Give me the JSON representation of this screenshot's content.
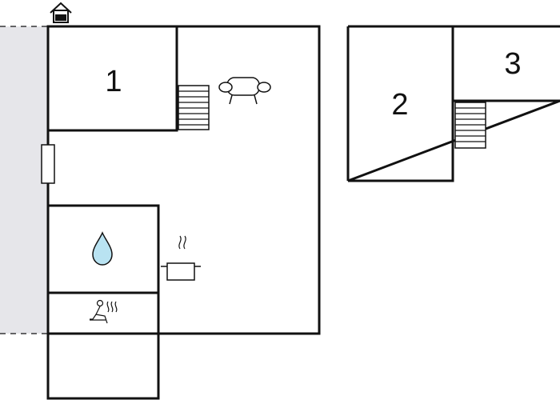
{
  "rooms": [
    {
      "label": "1"
    },
    {
      "label": "2"
    },
    {
      "label": "3"
    }
  ],
  "icons": {
    "entrance": "entrance-house-icon",
    "sofa": "sofa-icon",
    "stairs": "stairs-icon",
    "bathroom": "water-drop-icon",
    "kitchen": "cooking-pot-icon",
    "sauna": "sauna-icon",
    "window": "window-icon"
  },
  "colors": {
    "wall": "#111111",
    "terrace": "#e6e6ea",
    "water": "#b9e3f2"
  }
}
